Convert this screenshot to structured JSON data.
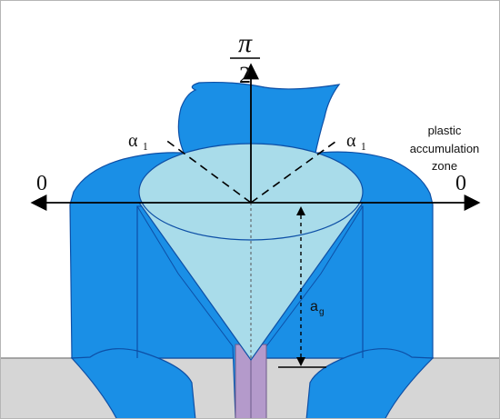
{
  "labels": {
    "pi": "π",
    "two": "2",
    "left_zero": "0",
    "right_zero": "0",
    "alpha_left": "α ₁",
    "alpha_right": "α ₁",
    "plastic_line1": "plastic",
    "plastic_line2": "accumulation",
    "plastic_line3": "zone",
    "depth_main": "a",
    "depth_sub": "g"
  },
  "colors": {
    "ground": "#d6d6d6",
    "body_blue": "#1a8fe6",
    "outline": "#0d4fa6",
    "cone_fill": "#a9dcea",
    "stem": "#b49acb",
    "line": "#000000"
  }
}
